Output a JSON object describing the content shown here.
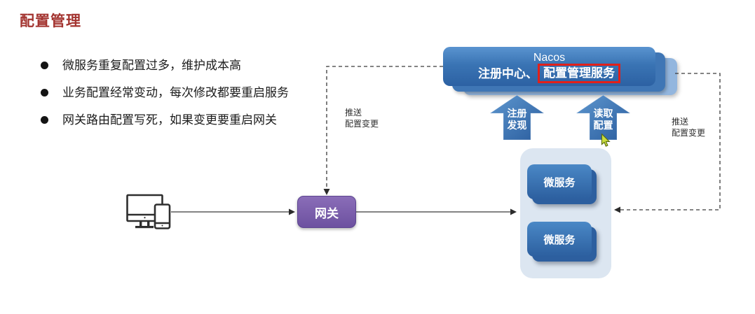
{
  "slide": {
    "title": "配置管理"
  },
  "bullets": [
    "微服务重复配置过多，维护成本高",
    "业务配置经常变动，每次修改都要重启服务",
    "网关路由配置写死，如果变更要重启网关"
  ],
  "diagram": {
    "nacos": {
      "title": "Nacos",
      "subtitle_prefix": "注册中心、",
      "subtitle_highlight": "配置管理服务"
    },
    "flow_arrows": {
      "register": {
        "line1": "注册",
        "line2": "发现"
      },
      "read": {
        "line1": "读取",
        "line2": "配置"
      }
    },
    "edge_labels": {
      "push_left": {
        "line1": "推送",
        "line2": "配置变更"
      },
      "push_right": {
        "line1": "推送",
        "line2": "配置变更"
      }
    },
    "gateway": {
      "label": "网关"
    },
    "services": {
      "item1": "微服务",
      "item2": "微服务"
    },
    "icons": {
      "client": "devices-icon",
      "pointer": "cursor-icon"
    },
    "colors": {
      "title_red": "#a33430",
      "highlight_box_red": "#e2201a",
      "nacos_blue": "#2f66a8",
      "stack_mid_blue": "#3f76b5",
      "stack_back_blue": "#93b6de",
      "container_light_blue": "#dce6f1",
      "service_blue": "#3474b5",
      "gateway_purple": "#7a5ca8",
      "cursor_green": "#c6d93a",
      "line_gray": "#3a3a3a"
    }
  }
}
